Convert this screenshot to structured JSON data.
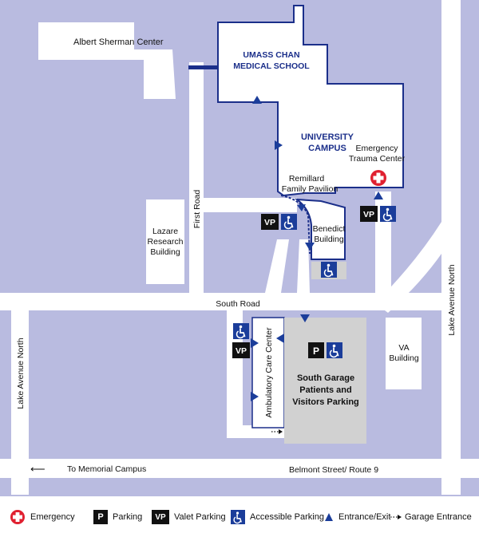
{
  "buildings": {
    "albert_sherman": "Albert Sherman Center",
    "umass_chan_line1": "UMASS CHAN",
    "umass_chan_line2": "MEDICAL SCHOOL",
    "university_campus_line1": "UNIVERSITY",
    "university_campus_line2": "CAMPUS",
    "emergency_line1": "Emergency",
    "emergency_line2": "Trauma Center",
    "remillard_line1": "Remillard",
    "remillard_line2": "Family Pavilion",
    "benedict_line1": "Benedict",
    "benedict_line2": "Building",
    "lazare_line1": "Lazare",
    "lazare_line2": "Research",
    "lazare_line3": "Building",
    "ambulatory": "Ambulatory Care Center",
    "south_garage_line1": "South Garage",
    "south_garage_line2": "Patients and",
    "south_garage_line3": "Visitors Parking",
    "va_line1": "VA",
    "va_line2": "Building"
  },
  "roads": {
    "first_road": "First Road",
    "south_road": "South Road",
    "lake_avenue_north": "Lake Avenue North",
    "belmont": "Belmont Street/ Route 9",
    "memorial": "To Memorial Campus",
    "memorial_arrow": "⟵"
  },
  "badges": {
    "valet": "VP",
    "parking": "P"
  },
  "legend": {
    "emergency": "Emergency",
    "parking": "Parking",
    "valet": "Valet Parking",
    "accessible": "Accessible Parking",
    "entrance": "Entrance/Exit",
    "garage": "Garage Entrance"
  },
  "colors": {
    "land": "#b9bbe0",
    "road": "#ffffff",
    "building": "#ffffff",
    "building_outline": "#1b2f8a",
    "garage": "#d1d1d1",
    "accent_blue": "#1b3d9a",
    "emergency_red": "#e02030",
    "badge_black": "#111111"
  },
  "icons": {
    "emergency": "red-cross-icon",
    "accessible": "wheelchair-icon",
    "entrance": "triangle-icon",
    "garage_entrance": "dotted-arrow-icon"
  }
}
